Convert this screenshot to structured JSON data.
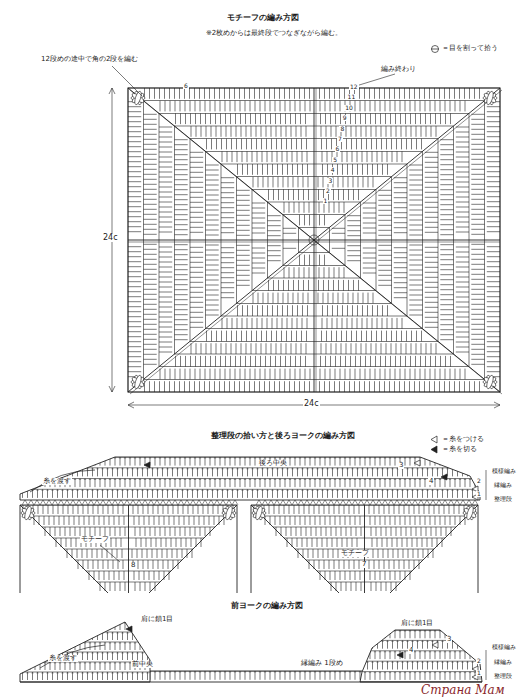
{
  "diagram": {
    "title": "モチーフの編み方図",
    "labels": [
      "※2枚めからは最終段でつなぎながら編む。",
      "＝目を割って拾う",
      "12段めの途中で角の2段を編む",
      "編み終わり",
      "6",
      "12",
      "11",
      "10",
      "9",
      "8",
      "7",
      "6",
      "5",
      "4",
      "3",
      "2",
      "1",
      "24c",
      "24c",
      "整理段の拾い方と後ろヨークの編み方図",
      "＝糸をつける",
      "＝糸を切る",
      "後ろ中央",
      "糸を渡す",
      "3",
      "4",
      "2",
      "1",
      "模様編み",
      "縁編み",
      "整理段",
      "モチーフ",
      "8",
      "モチーフ",
      "7",
      "前ヨークの編み方図",
      "肩に鎖1目",
      "肩に鎖1目",
      "糸を渡す",
      "前中央",
      "縁編み 1段め",
      "3",
      "4",
      "2",
      "1",
      "模様編み",
      "縁編み",
      "整理段",
      "Страна Мам"
    ]
  }
}
